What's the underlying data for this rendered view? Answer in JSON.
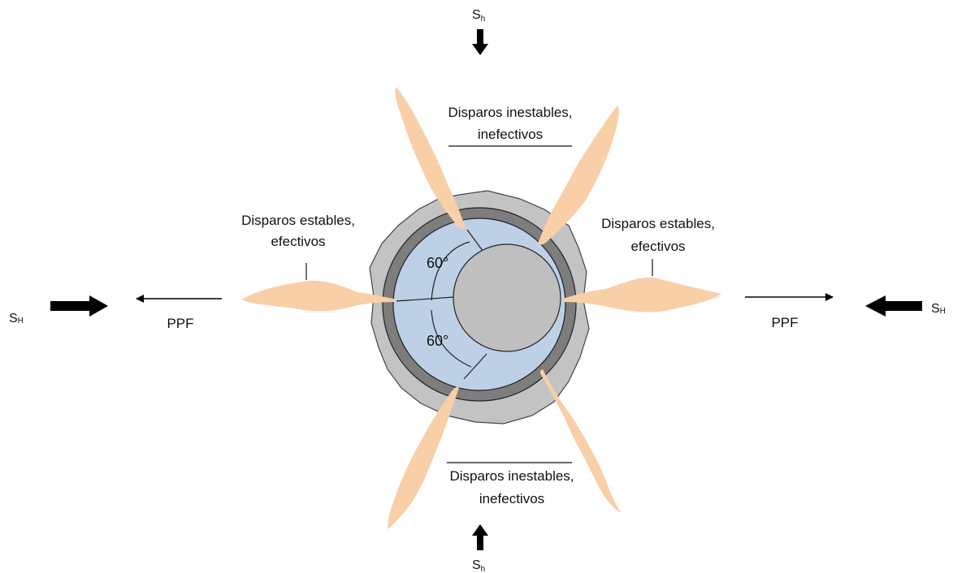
{
  "labels": {
    "unstable_top_line1": "Disparos inestables,",
    "unstable_top_line2": "inefectivos",
    "unstable_bottom_line1": "Disparos inestables,",
    "unstable_bottom_line2": "inefectivos",
    "stable_left_line1": "Disparos estables,",
    "stable_left_line2": "efectivos",
    "stable_right_line1": "Disparos estables,",
    "stable_right_line2": "efectivos",
    "ppf_left": "PPF",
    "ppf_right": "PPF",
    "angle_upper": "60°",
    "angle_lower": "60°"
  },
  "stresses": {
    "min_horizontal": {
      "symbol": "S",
      "subscript": "h"
    },
    "max_horizontal": {
      "symbol": "S",
      "subscript": "H"
    }
  },
  "colors": {
    "formation": "#c3c3c3",
    "casing": "#7d7d7d",
    "cement": "#bdd0e6",
    "wellbore_tool": "#bfbfbf",
    "perforation": "#f9cfa8",
    "outline": "#222222"
  }
}
